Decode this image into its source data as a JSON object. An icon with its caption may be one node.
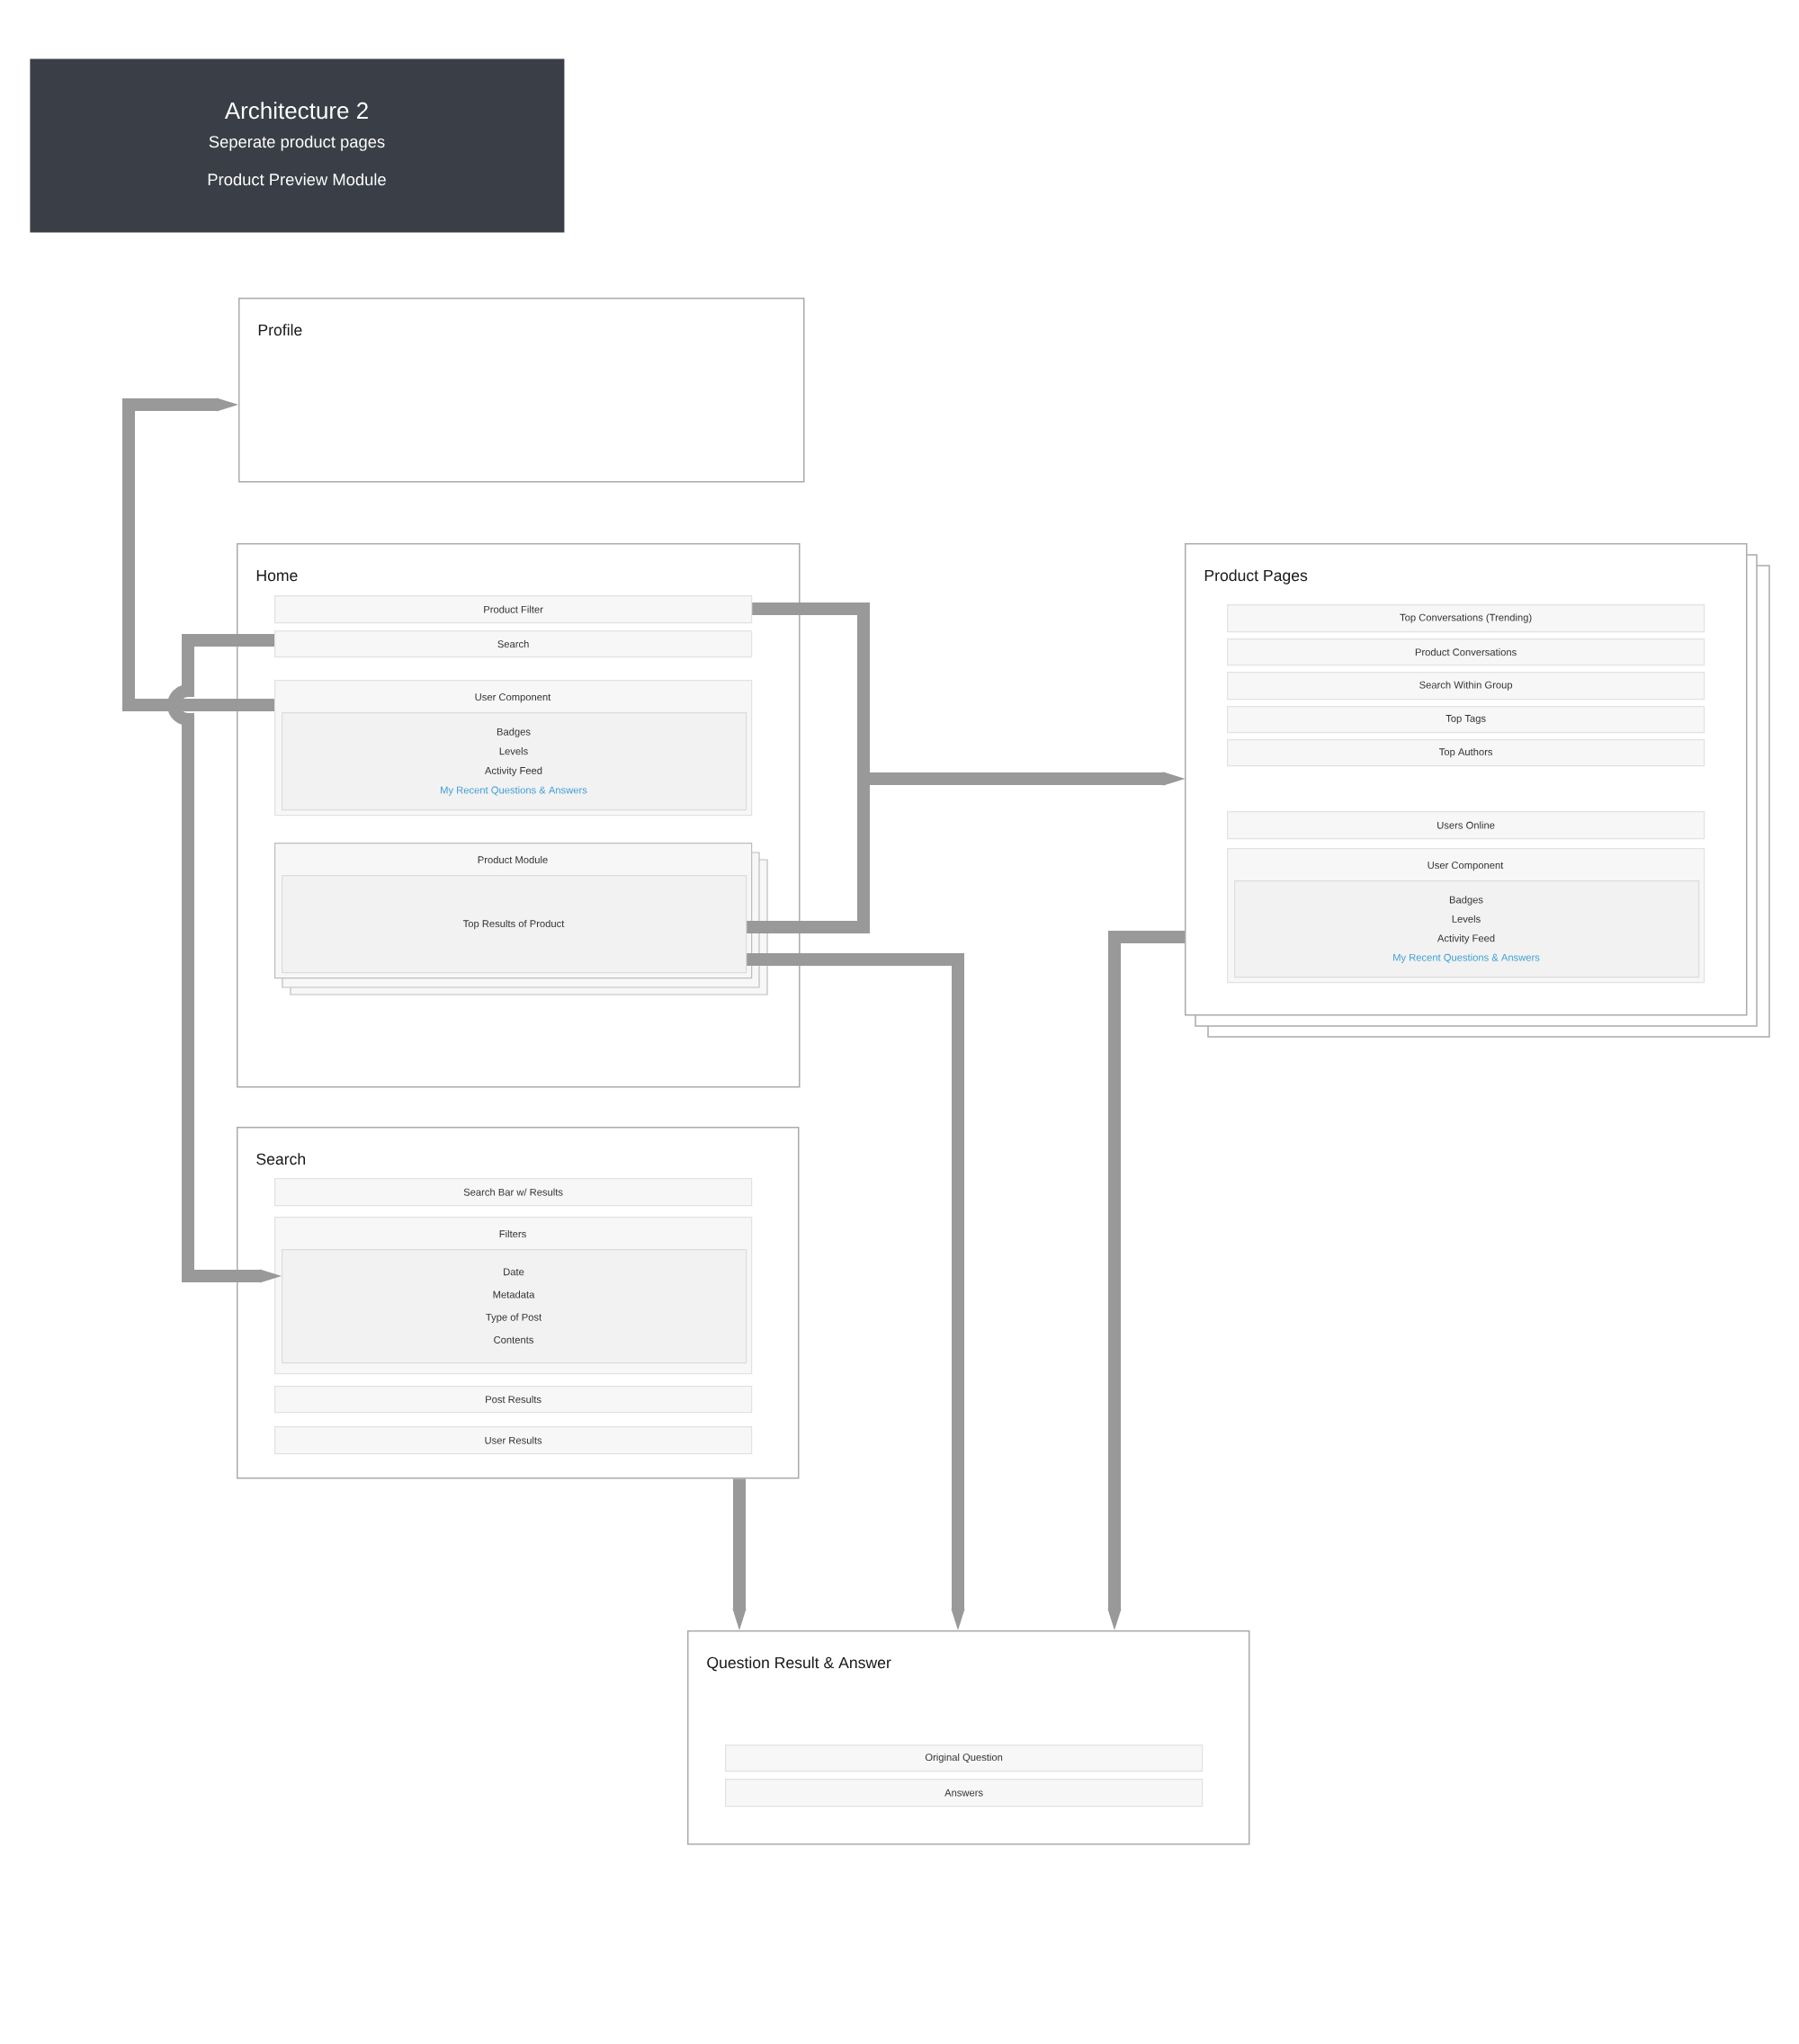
{
  "diagram": {
    "nodes": [
      {
        "text": [
          "Architecture 2",
          "Seperate product pages",
          "Product Preview Module"
        ]
      },
      {
        "text": [
          "Profile"
        ]
      },
      {
        "text": [
          "Home"
        ]
      },
      {
        "text": [
          "Product Filter"
        ],
        "in": 2
      },
      {
        "text": [
          "Search"
        ],
        "in": 2
      },
      {
        "text": [
          "User Component"
        ],
        "in": 2
      },
      {
        "text": [
          "Badges",
          "Levels",
          "Activity Feed",
          "My Recent Questions & Answers"
        ],
        "in": 5
      },
      {
        "text": [
          "Product Module"
        ],
        "in": 2
      },
      {
        "text": [
          "Top Results of Product"
        ],
        "in": 7
      },
      {
        "text": [
          "Product Pages"
        ]
      },
      {
        "text": [
          "Top Conversations (Trending)"
        ],
        "in": 9
      },
      {
        "text": [
          "Product Conversations"
        ],
        "in": 9
      },
      {
        "text": [
          "Search Within Group"
        ],
        "in": 9
      },
      {
        "text": [
          "Top Tags"
        ],
        "in": 9
      },
      {
        "text": [
          "Top Authors"
        ],
        "in": 9
      },
      {
        "text": [
          "Users Online"
        ],
        "in": 9
      },
      {
        "text": [
          "User Component"
        ],
        "in": 9
      },
      {
        "text": [
          "Badges",
          "Levels",
          "Activity Feed",
          "My Recent Questions & Answers"
        ],
        "in": 16
      },
      {
        "text": [
          "Search"
        ]
      },
      {
        "text": [
          "Search Bar w/ Results"
        ],
        "in": 18
      },
      {
        "text": [
          "Filters"
        ],
        "in": 18
      },
      {
        "text": [
          "Date",
          "Metadata",
          "Type of Post",
          "Contents"
        ],
        "in": 20
      },
      {
        "text": [
          "Post Results"
        ],
        "in": 18
      },
      {
        "text": [
          "User Results"
        ],
        "in": 18
      },
      {
        "text": [
          "Question Result & Answer"
        ]
      },
      {
        "text": [
          "Original Question"
        ],
        "in": 24
      },
      {
        "text": [
          "Answers"
        ],
        "in": 24
      }
    ],
    "edges": [
      {
        "from": 5,
        "to": 1,
        "arrow": "to"
      },
      {
        "from": 4,
        "to": 21,
        "arrow": "to"
      },
      {
        "from": 3,
        "to": 9,
        "arrow": "to"
      },
      {
        "from": 8,
        "to": 9,
        "arrow": "to"
      },
      {
        "from": 8,
        "to": 24,
        "arrow": "to"
      },
      {
        "from": 9,
        "to": 24,
        "arrow": "to"
      },
      {
        "from": 18,
        "to": 24,
        "arrow": "to"
      }
    ]
  }
}
